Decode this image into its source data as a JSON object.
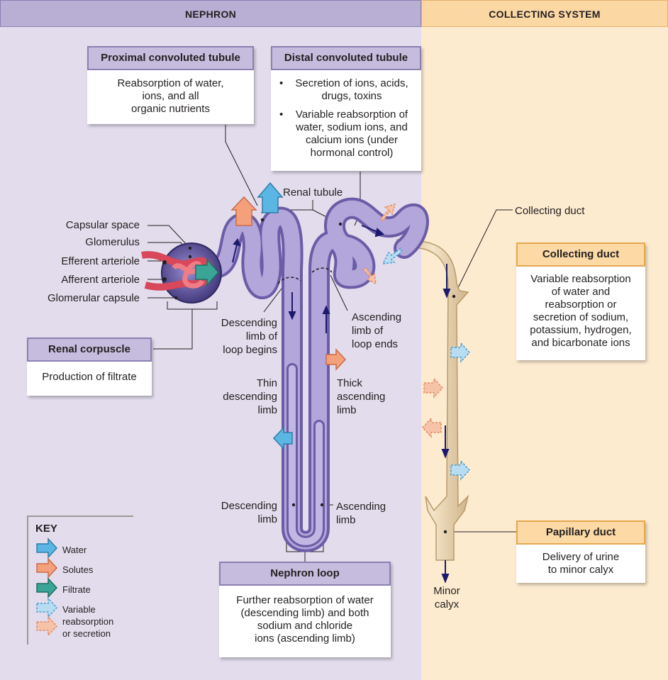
{
  "headers": {
    "nephron": "NEPHRON",
    "collecting_system": "COLLECTING SYSTEM"
  },
  "boxes": {
    "pct": {
      "title": "Proximal convoluted tubule",
      "lines": [
        "Reabsorption of water,",
        "ions, and all",
        "organic nutrients"
      ]
    },
    "dct": {
      "title": "Distal convoluted tubule",
      "bullets": [
        "Secretion of ions, acids, drugs, toxins",
        "Variable reabsorption of water, sodium ions, and calcium ions (under hormonal control)"
      ]
    },
    "renal_corpuscle": {
      "title": "Renal corpuscle",
      "lines": [
        "Production of filtrate"
      ]
    },
    "collecting_duct": {
      "title": "Collecting duct",
      "lines": [
        "Variable reabsorption",
        "of water and",
        "reabsorption or",
        "secretion of sodium,",
        "potassium, hydrogen,",
        "and bicarbonate ions"
      ]
    },
    "papillary_duct": {
      "title": "Papillary duct",
      "lines": [
        "Delivery of urine",
        "to minor calyx"
      ]
    },
    "nephron_loop": {
      "title": "Nephron loop",
      "lines": [
        "Further reabsorption of water",
        "(descending limb) and both",
        "sodium and chloride",
        "ions (ascending limb)"
      ]
    }
  },
  "labels": {
    "capsular_space": "Capsular space",
    "glomerulus": "Glomerulus",
    "efferent_arteriole": "Efferent arteriole",
    "afferent_arteriole": "Afferent arteriole",
    "glomerular_capsule": "Glomerular capsule",
    "renal_tubule": "Renal tubule",
    "collecting_duct": "Collecting duct",
    "descending_limb_begins": [
      "Descending",
      "limb of",
      "loop begins"
    ],
    "ascending_limb_ends": [
      "Ascending",
      "limb of",
      "loop ends"
    ],
    "thin_descending": [
      "Thin",
      "descending",
      "limb"
    ],
    "thick_ascending": [
      "Thick",
      "ascending",
      "limb"
    ],
    "descending_limb": [
      "Descending",
      "limb"
    ],
    "ascending_limb": [
      "Ascending",
      "limb"
    ],
    "minor_calyx": [
      "Minor",
      "calyx"
    ]
  },
  "key": {
    "title": "KEY",
    "items": [
      "Water",
      "Solutes",
      "Filtrate",
      "Variable reabsorption or secretion"
    ],
    "variable_lines": [
      "Variable",
      "reabsorption",
      "or secretion"
    ]
  },
  "colors": {
    "nephron_bg": "#e2dcec",
    "collecting_bg": "#fdebd0",
    "water": "#5bb6e4",
    "solutes": "#f4a07a",
    "filtrate": "#3aa596",
    "tubule": "#a79ad0",
    "duct": "#e9d2ad"
  }
}
